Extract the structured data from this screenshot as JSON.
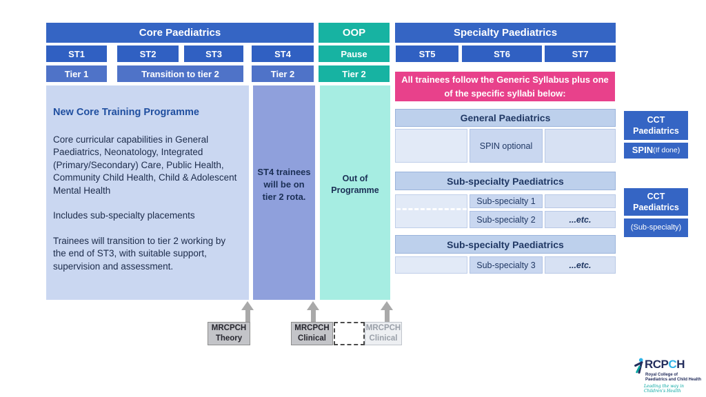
{
  "colors": {
    "primary_blue": "#3565C4",
    "tier_blue": "#4F73C8",
    "teal": "#17B3A2",
    "teal_column": "#A6EDE2",
    "st4_column_blue": "#8FA0DC",
    "core_box_blue": "#CAD7F1",
    "pink": "#E8418B",
    "band_blue": "#BDD0EC",
    "navy_text": "#203864",
    "gray_exam": "#C3C4C8",
    "logo_navy": "#232D5C",
    "logo_cyan": "#2EB3E8",
    "logo_teal": "#00A5A0"
  },
  "top": {
    "core_header": "Core Paediatrics",
    "oop_header": "OOP",
    "specialty_header": "Specialty Paediatrics",
    "stages": [
      "ST1",
      "ST2",
      "ST3",
      "ST4",
      "Pause",
      "ST5",
      "ST6",
      "ST7"
    ],
    "tiers": [
      "Tier 1",
      "Transition to tier 2",
      "Tier 2",
      "Tier 2"
    ]
  },
  "core_box": {
    "title": "New Core Training Programme",
    "paragraph1": "Core curricular capabilities in General Paediatrics, Neonatology, Integrated (Primary/Secondary) Care, Public Health, Community Child Health, Child & Adolescent Mental Health",
    "paragraph2": "Includes sub-specialty placements",
    "paragraph3": "Trainees will transition to tier 2 working by the end of ST3, with suitable support, supervision and assessment."
  },
  "st4_column_text": "ST4 trainees will be on tier 2 rota.",
  "oop_column_text": "Out of Programme",
  "specialty_note": "All trainees follow the Generic Syllabus plus one of the specific syllabi below:",
  "sections": {
    "general": {
      "title": "General Paediatrics",
      "spin_label": "SPIN optional"
    },
    "subspecialty1": {
      "title": "Sub-specialty Paediatrics",
      "row1": "Sub-specialty 1",
      "row2": "Sub-specialty 2",
      "etc": "...etc."
    },
    "subspecialty2": {
      "title": "Sub-specialty Paediatrics",
      "row1": "Sub-specialty 3",
      "etc": "...etc."
    }
  },
  "outcomes": {
    "cct1_title": "CCT Paediatrics",
    "cct1_sub_main": "SPIN ",
    "cct1_sub_note": "(If done)",
    "cct2_title": "CCT Paediatrics",
    "cct2_sub": "(Sub-specialty)"
  },
  "exams": {
    "theory": "MRCPCH Theory",
    "clinical": "MRCPCH Clinical",
    "clinical_faded": "MRCPCH Clinical"
  },
  "logo": {
    "acronym_pre": "RCP",
    "acronym_highlight": "C",
    "acronym_post": "H",
    "line1": "Royal College of",
    "line2": "Paediatrics and Child Health",
    "tagline": "Leading the way in Children's Health"
  }
}
